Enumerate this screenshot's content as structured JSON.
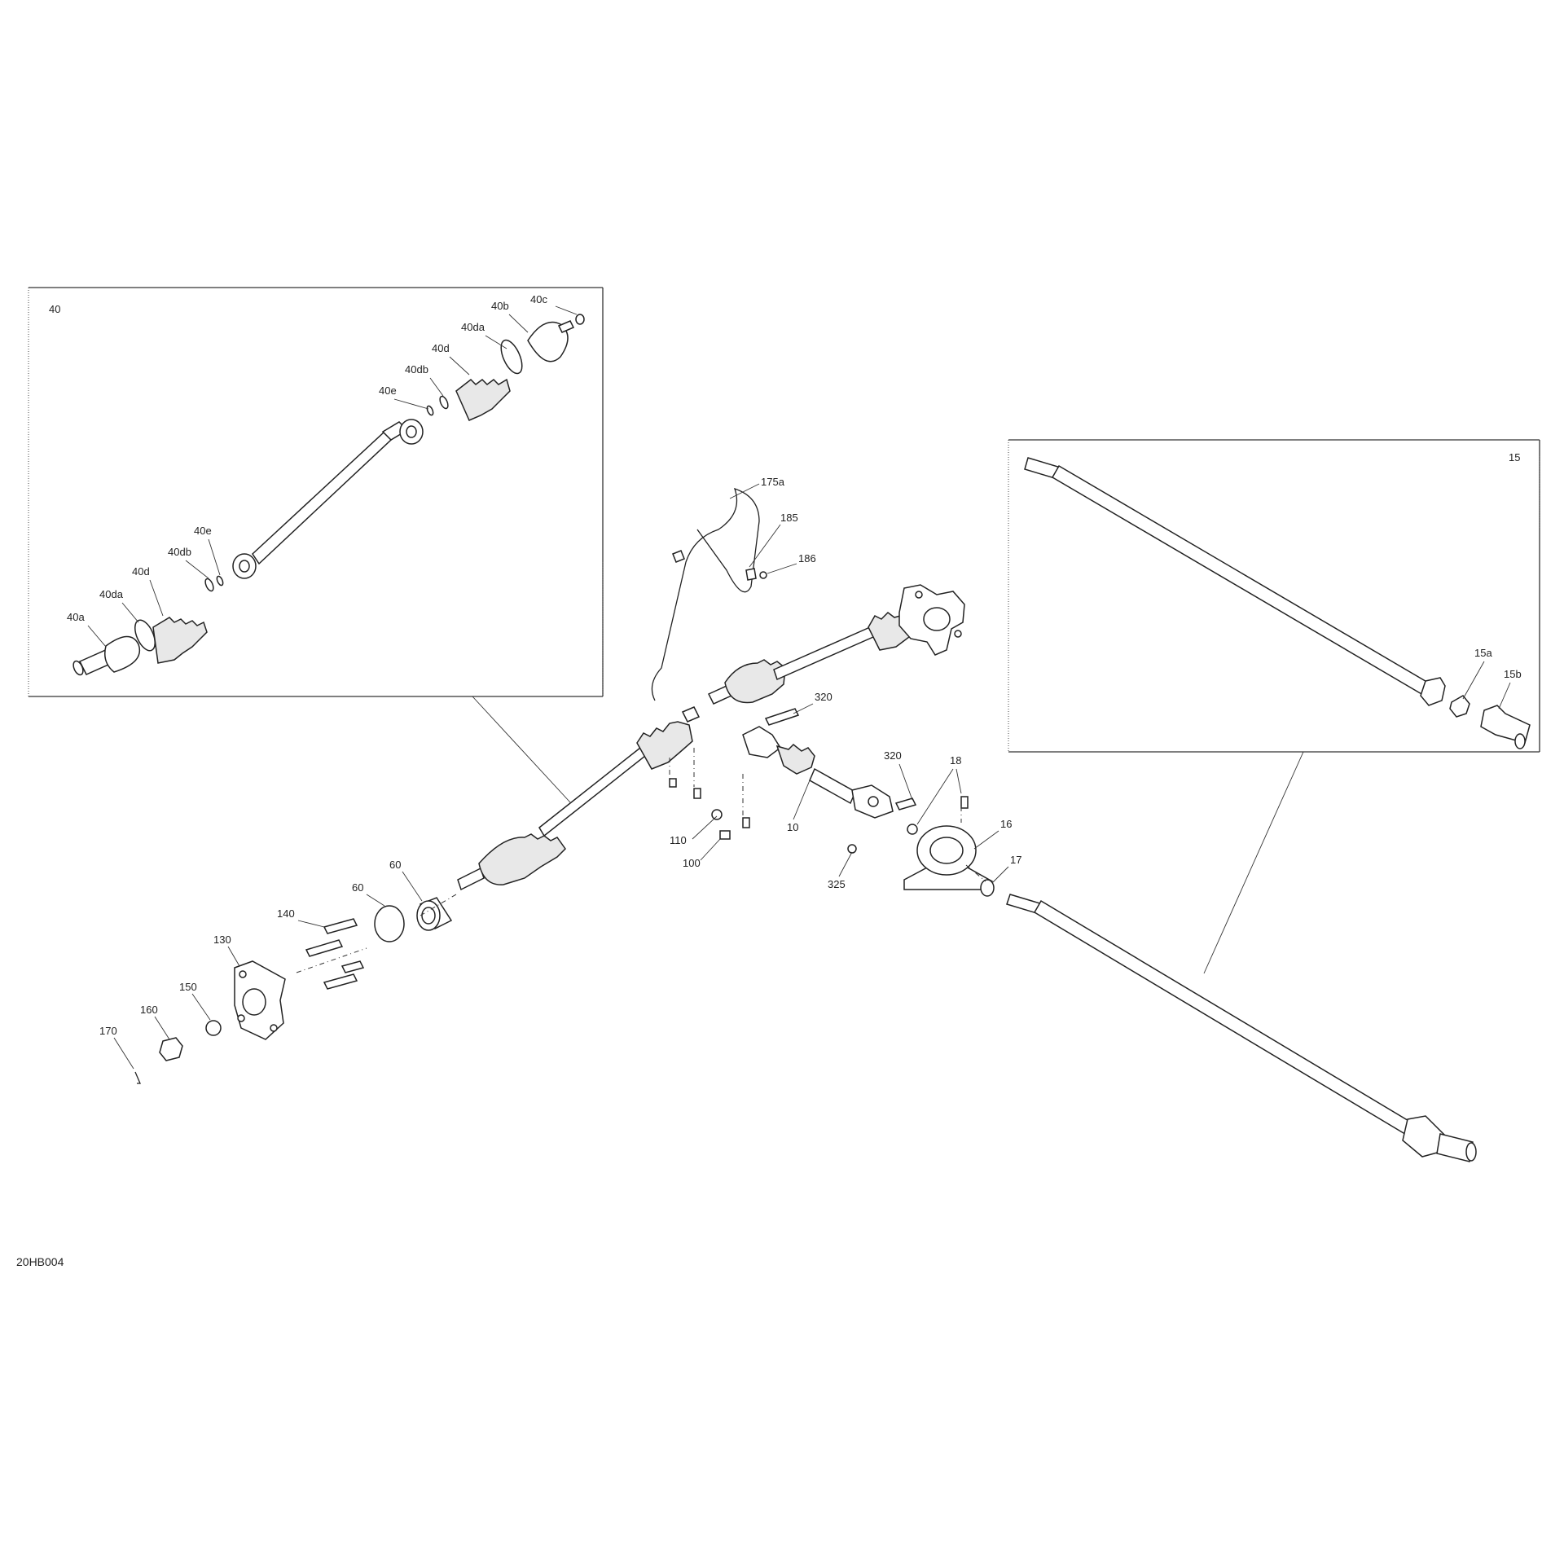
{
  "diagram_code": "20HB004",
  "callouts": {
    "c40": "40",
    "c40a": "40a",
    "c40b": "40b",
    "c40c": "40c",
    "c40d_up": "40d",
    "c40d_lo": "40d",
    "c40da_up": "40da",
    "c40da_lo": "40da",
    "c40db_up": "40db",
    "c40db_lo": "40db",
    "c40e_up": "40e",
    "c40e_lo": "40e",
    "c15": "15",
    "c15a": "15a",
    "c15b": "15b",
    "c175a": "175a",
    "c185": "185",
    "c186": "186",
    "c320_a": "320",
    "c320_b": "320",
    "c18": "18",
    "c16": "16",
    "c17": "17",
    "c10": "10",
    "c325": "325",
    "c110": "110",
    "c100": "100",
    "c60_a": "60",
    "c60_b": "60",
    "c140": "140",
    "c130": "130",
    "c150": "150",
    "c160": "160",
    "c170": "170"
  }
}
